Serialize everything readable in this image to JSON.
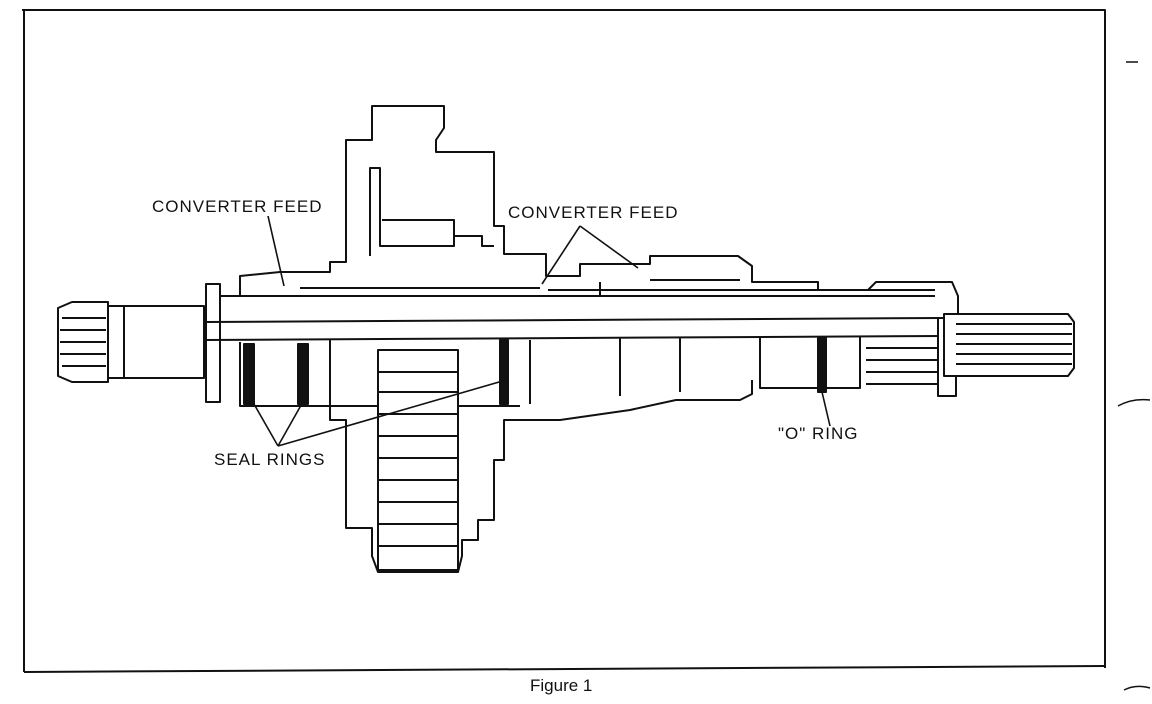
{
  "figure": {
    "caption": "Figure 1",
    "labels": {
      "converter_feed_left": "CONVERTER FEED",
      "converter_feed_right": "CONVERTER FEED",
      "seal_rings": "SEAL RINGS",
      "o_ring": "\"O\" RING"
    }
  }
}
